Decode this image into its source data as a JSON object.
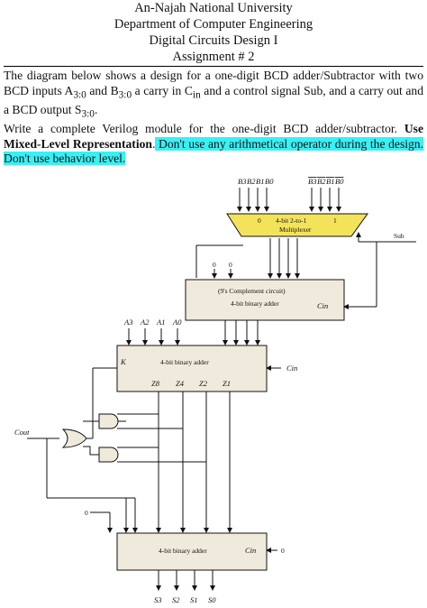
{
  "header": {
    "university": "An-Najah National University",
    "department": "Department of Computer Engineering",
    "course": "Digital Circuits Design I",
    "assignment": "Assignment # 2"
  },
  "task": {
    "p1_a": "The diagram below shows a design for a one-digit BCD adder/Subtractor with two BCD inputs A",
    "p1_a_sub": "3:0",
    "p1_b": " and B",
    "p1_b_sub": "3:0",
    "p1_c": " a carry in C",
    "p1_c_sub": "in",
    "p1_d": " and a control signal Sub, and a carry out and a BCD output S",
    "p1_d_sub": "3:0",
    "p1_e": ".",
    "p2_a": "Write a complete Verilog module for the one-digit BCD adder/subtractor. ",
    "p2_bold": "Use Mixed-Level Representation",
    "p2_dot": ".",
    "p2_highlight": " Don't use any arithmetical operator during the design. Don't use behavior level."
  },
  "diagram": {
    "b_inputs": [
      "B3",
      "B2",
      "B1",
      "B0"
    ],
    "b_bar_inputs": [
      "B3",
      "B2",
      "B1",
      "B0"
    ],
    "mux_zero": "0",
    "mux_title": "4-bit 2-to-1",
    "mux_subtitle": "Multiplexer",
    "mux_one": "1",
    "sub_label": "Sub",
    "nines_zero_1": "0",
    "nines_zero_2": "0",
    "nines_title": "(9's Complement circuit)",
    "nines_subtitle": "4-bit binary adder",
    "cin_label": "Cin",
    "a_inputs": [
      "A3",
      "A2",
      "A1",
      "A0"
    ],
    "adder1_k": "K",
    "adder1_title": "4-bit binary adder",
    "adder1_cin": "Cin",
    "z_outputs": [
      "Z8",
      "Z4",
      "Z2",
      "Z1"
    ],
    "cout_label": "Cout",
    "zero_left": "0",
    "adder2_title": "4-bit binary adder",
    "adder2_cin": "Cin",
    "adder2_cin_value": "0",
    "s_outputs": [
      "S3",
      "S2",
      "S1",
      "S0"
    ]
  }
}
